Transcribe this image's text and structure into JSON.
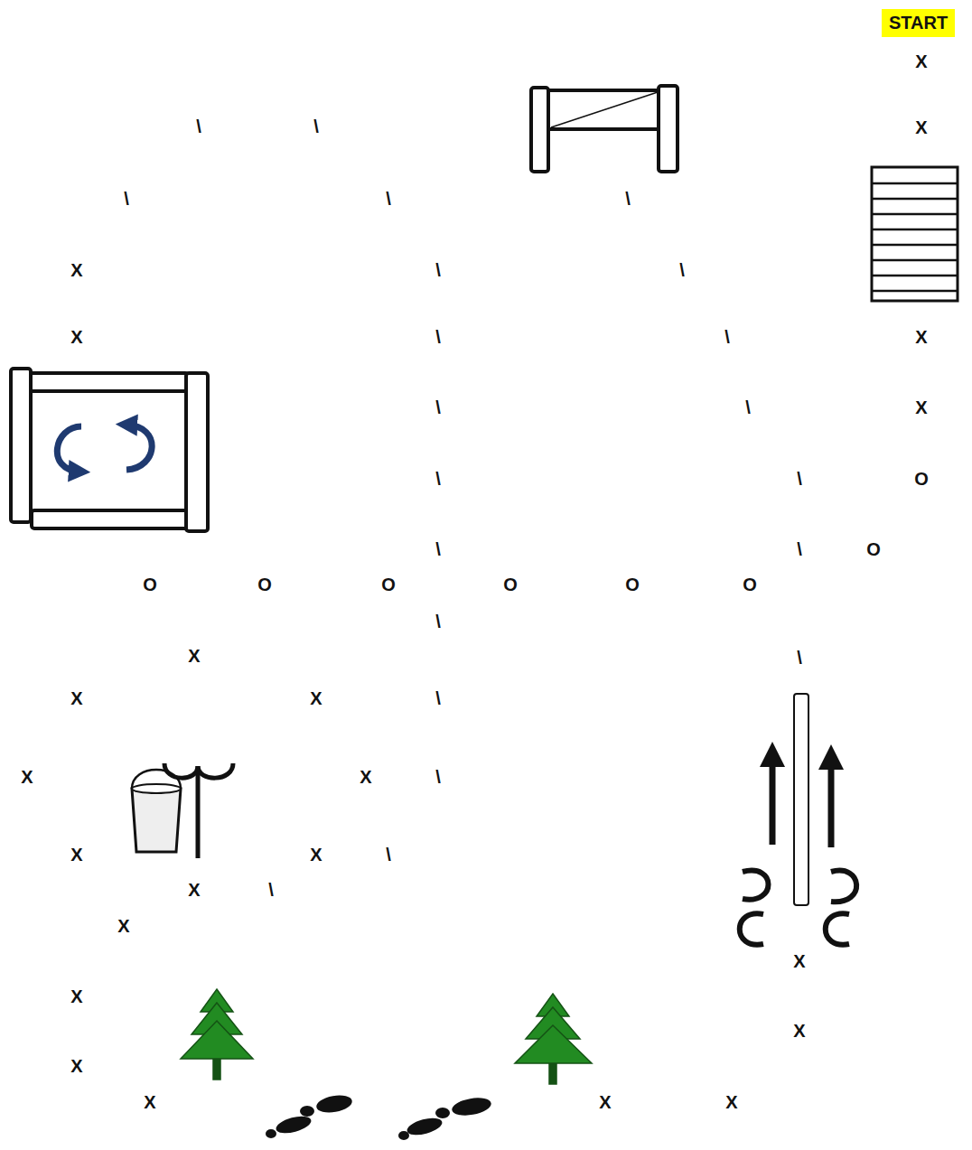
{
  "diagram": {
    "nodes": [
      {
        "text": [
          "START"
        ]
      }
    ],
    "labels": [
      "X",
      "\\",
      "\\",
      "X",
      "\\",
      "\\",
      "\\",
      "X",
      "\\",
      "\\",
      "X",
      "\\",
      "\\",
      "X",
      "\\",
      "\\",
      "X",
      "\\",
      "\\",
      "O",
      "\\",
      "\\",
      "O",
      "O",
      "O",
      "O",
      "O",
      "O",
      "O",
      "\\",
      "X",
      "\\",
      "X",
      "X",
      "\\",
      "X",
      "X",
      "\\",
      "X",
      "X",
      "\\",
      "X",
      "\\",
      "X",
      "X",
      "X",
      "X",
      "X",
      "X",
      "X",
      "X"
    ]
  }
}
